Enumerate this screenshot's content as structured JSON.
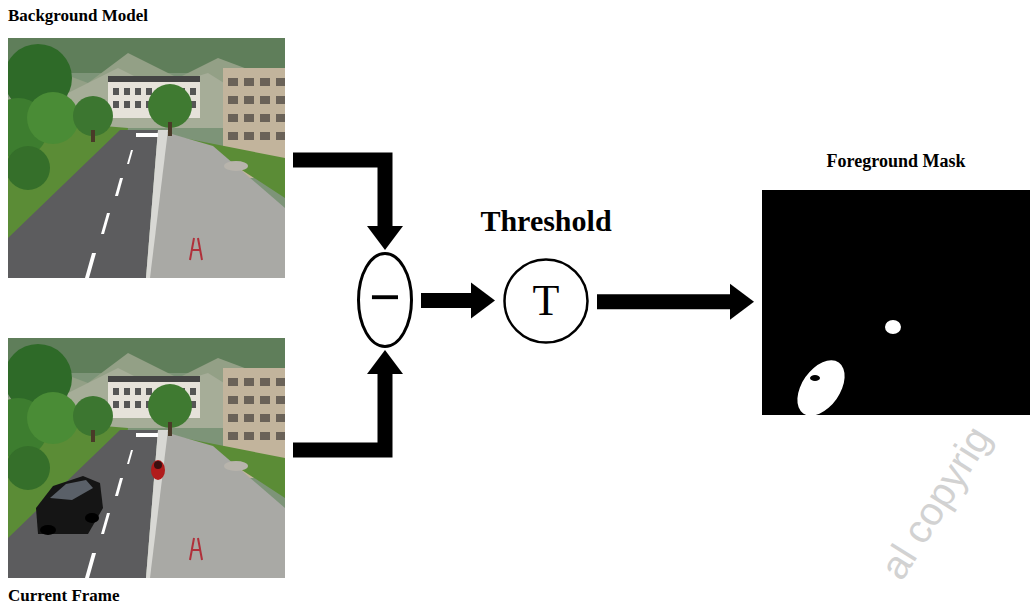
{
  "diagram": {
    "nodes": [
      {
        "text": [
          "Background Model"
        ]
      },
      {
        "text": [
          "Current Frame"
        ]
      },
      {
        "text": [
          "−"
        ]
      },
      {
        "text": [
          "Threshold",
          "T"
        ]
      },
      {
        "text": [
          "Foreground Mask"
        ]
      }
    ],
    "edges": [
      {
        "from": 0,
        "to": 2,
        "arrow": "to"
      },
      {
        "from": 1,
        "to": 2,
        "arrow": "to"
      },
      {
        "from": 2,
        "to": 3,
        "arrow": "to"
      },
      {
        "from": 3,
        "to": 4,
        "arrow": "to"
      }
    ],
    "labels": [
      "al copyrig"
    ]
  }
}
